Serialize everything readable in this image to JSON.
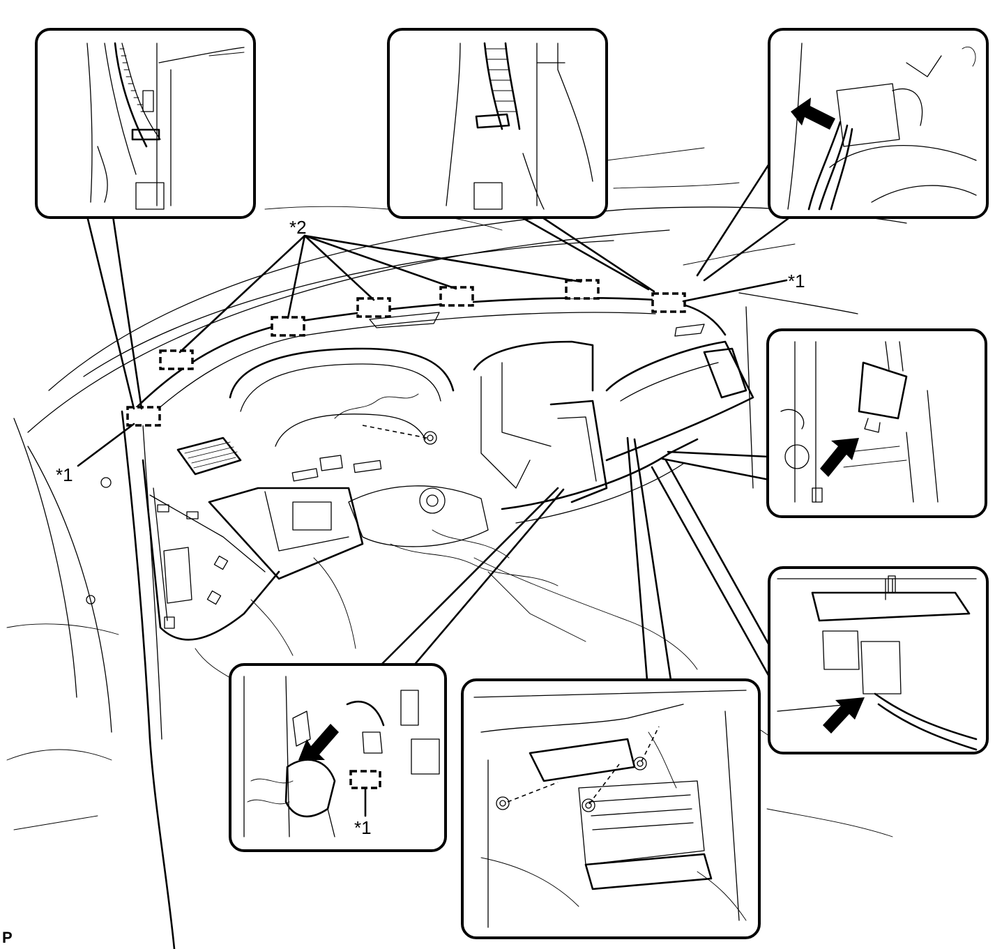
{
  "figure": {
    "code_label": "P",
    "callouts": {
      "clip_upper": "*2",
      "clip_left": "*1",
      "clip_right": "*1",
      "clip_bottom": "*1"
    }
  }
}
